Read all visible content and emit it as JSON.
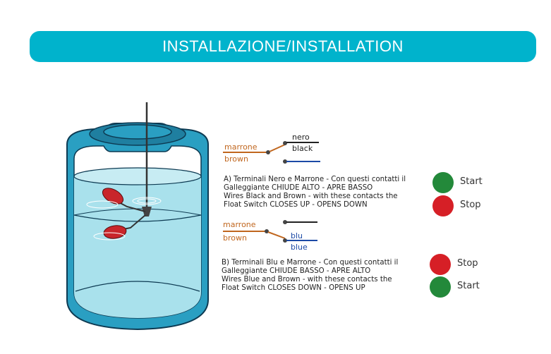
{
  "header": {
    "title": "INSTALLAZIONE/INSTALLATION"
  },
  "icons": {
    "tank": "water-tank-illustration",
    "float_upper": "float-switch-upper-icon",
    "float_lower": "float-switch-lower-icon",
    "button_green": "green-circle-icon",
    "button_red": "red-circle-icon"
  },
  "colors": {
    "banner": "#00b3cc",
    "tank_outer": "#2a9fc2",
    "water": "#a9e1ec",
    "wire_brown": "#c0661e",
    "wire_black": "#222222",
    "wire_blue": "#1c4aa6",
    "start_green": "#23893a",
    "stop_red": "#d61f26"
  },
  "section_a": {
    "wire_labels": {
      "marrone": "marrone",
      "brown": "brown",
      "nero": "nero",
      "black": "black"
    },
    "description": [
      "A) Terminali Nero e Marrone - Con questi contatti il",
      "Galleggiante CHIUDE ALTO - APRE BASSO",
      "Wires Black  and Brown - with these contacts the",
      "Float Switch CLOSES UP - OPENS DOWN"
    ],
    "buttons": [
      {
        "label": "Start",
        "color": "green"
      },
      {
        "label": "Stop",
        "color": "red"
      }
    ]
  },
  "section_b": {
    "wire_labels": {
      "marrone": "marrone",
      "brown": "brown",
      "blu": "blu",
      "blue": "blue"
    },
    "description": [
      "B) Terminali Blu e Marrone - Con questi contatti il",
      "Galleggiante CHIUDE BASSO - APRE ALTO",
      "Wires Blue  and Brown - with these contacts the",
      "Float Switch CLOSES DOWN - OPENS UP"
    ],
    "buttons": [
      {
        "label": "Stop",
        "color": "red"
      },
      {
        "label": "Start",
        "color": "green"
      }
    ]
  }
}
